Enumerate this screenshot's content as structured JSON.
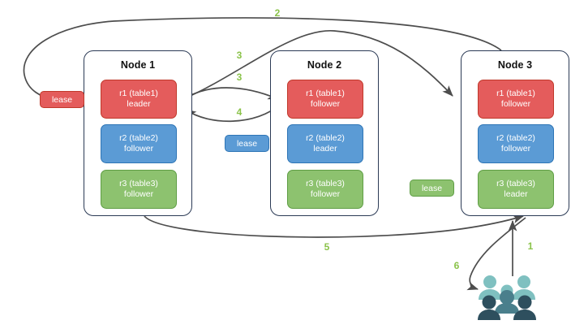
{
  "diagram": {
    "title": "Distributed database lease / raft replica diagram",
    "colors": {
      "red": "#e45c5c",
      "red_border": "#c0392b",
      "blue": "#5b9bd5",
      "blue_border": "#2e75b6",
      "green": "#8dc26f",
      "green_border": "#5f9e45",
      "node_border": "#2b3a55",
      "arrow": "#4d4d4d",
      "step_label": "#8bc34a",
      "users_light": "#7fc0c0",
      "users_mid": "#4a7f8c",
      "users_dark": "#2e4f5e"
    },
    "nodes": [
      {
        "title": "Node 1",
        "replicas": [
          {
            "name": "r1 (table1)",
            "role": "leader",
            "color": "red"
          },
          {
            "name": "r2 (table2)",
            "role": "follower",
            "color": "blue"
          },
          {
            "name": "r3 (table3)",
            "role": "follower",
            "color": "green"
          }
        ]
      },
      {
        "title": "Node 2",
        "replicas": [
          {
            "name": "r1 (table1)",
            "role": "follower",
            "color": "red"
          },
          {
            "name": "r2 (table2)",
            "role": "leader",
            "color": "blue"
          },
          {
            "name": "r3 (table3)",
            "role": "follower",
            "color": "green"
          }
        ]
      },
      {
        "title": "Node 3",
        "replicas": [
          {
            "name": "r1 (table1)",
            "role": "follower",
            "color": "red"
          },
          {
            "name": "r2 (table2)",
            "role": "follower",
            "color": "blue"
          },
          {
            "name": "r3 (table3)",
            "role": "leader",
            "color": "green"
          }
        ]
      }
    ],
    "leases": [
      {
        "label": "lease",
        "color": "red",
        "for": "r1-table1"
      },
      {
        "label": "lease",
        "color": "blue",
        "for": "r2-table2"
      },
      {
        "label": "lease",
        "color": "green",
        "for": "r3-table3"
      }
    ],
    "steps": [
      {
        "id": "1",
        "label": "1",
        "from": "users",
        "to": "node-3"
      },
      {
        "id": "2",
        "label": "2",
        "from": "node-3",
        "to": "lease-red"
      },
      {
        "id": "3a",
        "label": "3",
        "from": "node-1",
        "to": "node-3"
      },
      {
        "id": "3b",
        "label": "3",
        "from": "node-1",
        "to": "node-2"
      },
      {
        "id": "4",
        "label": "4",
        "from": "node-2",
        "to": "node-1"
      },
      {
        "id": "5",
        "label": "5",
        "from": "node-1",
        "to": "node-3"
      },
      {
        "id": "6",
        "label": "6",
        "from": "node-3",
        "to": "users"
      }
    ],
    "users_icon": {
      "name": "users-icon",
      "count": 5
    }
  }
}
